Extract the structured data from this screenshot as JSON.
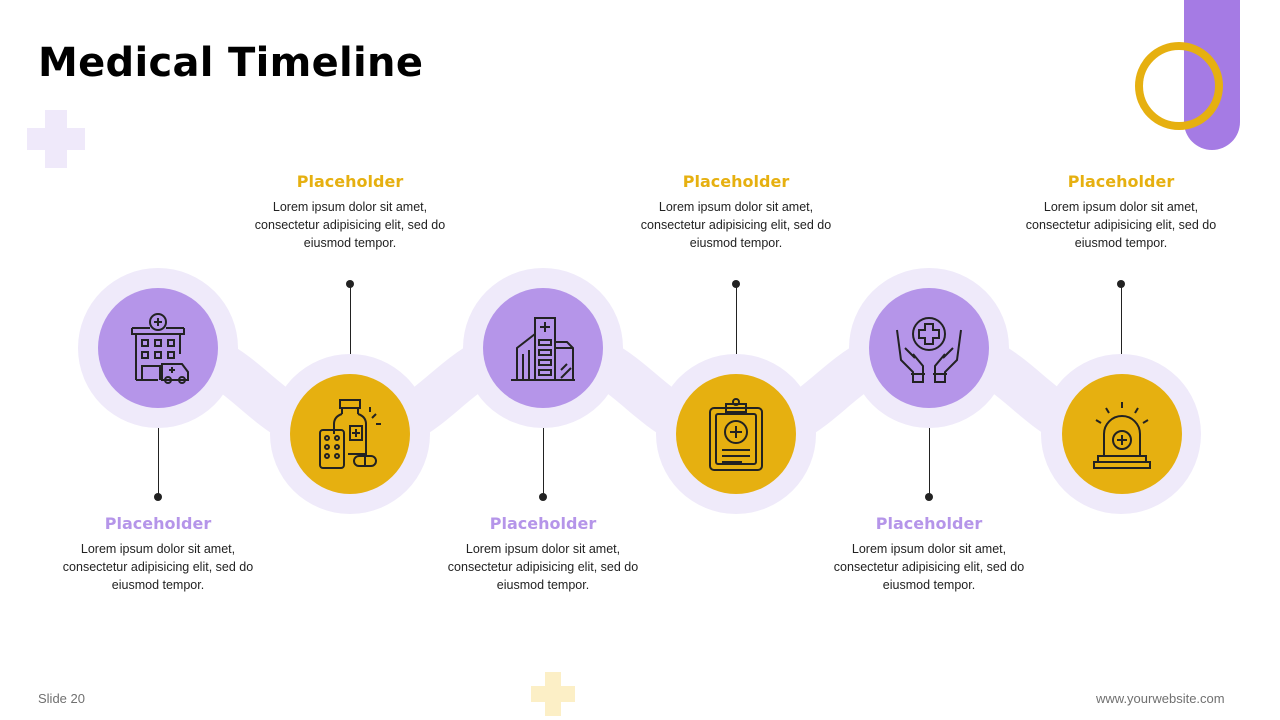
{
  "slide": {
    "title": "Medical Timeline",
    "slide_number": "Slide 20",
    "website": "www.yourwebsite.com"
  },
  "steps": [
    {
      "heading": "Placeholder",
      "text": "Lorem ipsum dolor sit amet, consectetur adipisicing elit, sed do eiusmod tempor.",
      "icon": "hospital-icon",
      "color": "#b595e9"
    },
    {
      "heading": "Placeholder",
      "text": "Lorem ipsum dolor sit amet, consectetur adipisicing elit, sed do eiusmod tempor.",
      "icon": "medicine-icon",
      "color": "#e6b010"
    },
    {
      "heading": "Placeholder",
      "text": "Lorem ipsum dolor sit amet, consectetur adipisicing elit, sed do eiusmod tempor.",
      "icon": "medical-building-icon",
      "color": "#b595e9"
    },
    {
      "heading": "Placeholder",
      "text": "Lorem ipsum dolor sit amet, consectetur adipisicing elit, sed do eiusmod tempor.",
      "icon": "clipboard-icon",
      "color": "#e6b010"
    },
    {
      "heading": "Placeholder",
      "text": "Lorem ipsum dolor sit amet, consectetur adipisicing elit, sed do eiusmod tempor.",
      "icon": "caring-hands-icon",
      "color": "#b595e9"
    },
    {
      "heading": "Placeholder",
      "text": "Lorem ipsum dolor sit amet, consectetur adipisicing elit, sed do eiusmod tempor.",
      "icon": "emergency-light-icon",
      "color": "#e6b010"
    }
  ],
  "colors": {
    "purple": "#b595e9",
    "yellow": "#e6b010",
    "track": "#efeafa",
    "accent_bar": "#a57be4"
  }
}
